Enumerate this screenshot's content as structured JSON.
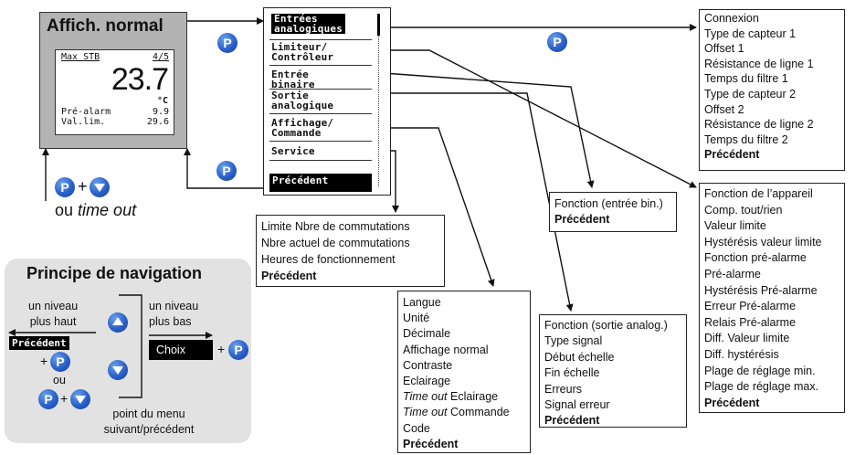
{
  "display": {
    "title": "Affich. normal",
    "row1_left": "Max STB",
    "row1_right": "4/5",
    "value": "23.7",
    "unit": "°C",
    "row3_left": "Pré-alarm",
    "row3_right": "9.9",
    "row4_left": "Val.lim.",
    "row4_right": "29.6"
  },
  "return_hint": {
    "plus": "+",
    "or_text": "ou",
    "time_out": "time out"
  },
  "menu": {
    "items": [
      "Entrées analogiques",
      "Limiteur/ Contrôleur",
      "Entrée binaire",
      "Sortie analogique",
      "Affichage/ Commande",
      "Service",
      "Précédent"
    ],
    "lines": [
      [
        "Entrées",
        "analogiques"
      ],
      [
        "Limiteur/",
        "Contrôleur"
      ],
      [
        "Entrée",
        "binaire"
      ],
      [
        "Sortie",
        "analogique"
      ],
      [
        "Affichage/",
        "Commande"
      ],
      [
        "Service"
      ],
      [
        "Précédent"
      ]
    ]
  },
  "button_label": "P",
  "boxes": {
    "inputs": [
      "Connexion",
      "Type de capteur 1",
      "Offset 1",
      "Résistance de ligne 1",
      "Temps du filtre 1",
      "Type de capteur 2",
      "Offset 2",
      "Résistance de ligne 2",
      "Temps du filtre 2",
      "Précédent"
    ],
    "binary": [
      "Fonction (entrée bin.)",
      "Précédent"
    ],
    "limiter": [
      "Fonction de l’appareil",
      "Comp. tout/rien",
      "Valeur limite",
      "Hystérésis valeur limite",
      "Fonction pré-alarme",
      "Pré-alarme",
      "Hystérésis Pré-alarme",
      "Erreur Pré-alarme",
      "Relais Pré-alarme",
      "Diff. Valeur limite",
      "Diff. hystérésis",
      "Plage de réglage min.",
      "Plage de réglage max.",
      "Précédent"
    ],
    "service": [
      "Limite Nbre de commutations",
      "Nbre actuel de commutations",
      "Heures de fonctionnement",
      "Précédent"
    ],
    "display_settings": [
      "Langue",
      "Unité",
      "Décimale",
      "Affichage normal",
      "Contraste",
      "Eclairage",
      "Time out Eclairage",
      "Time out Commande",
      "Code",
      "Précédent"
    ],
    "analog_output": [
      "Fonction (sortie analog.)",
      "Type signal",
      "Début échelle",
      "Fin échelle",
      "Erreurs",
      "Signal erreur",
      "Précédent"
    ]
  },
  "navigation": {
    "title": "Principe de navigation",
    "level_up": "un niveau plus haut",
    "level_up_lines": [
      "un niveau",
      "plus haut"
    ],
    "level_down": "un niveau plus bas",
    "level_down_lines": [
      "un niveau",
      "plus bas"
    ],
    "back_label": "Précédent",
    "plus": "+",
    "or_text": "ou",
    "choice_label": "Choix",
    "next_prev": "point du menu suivant/précédent",
    "next_prev_lines": [
      "point du menu",
      "suivant/précédent"
    ]
  },
  "colors": {
    "button_blue": "#2a60c8",
    "panel_gray": "#b3b3b3",
    "nav_bg": "#e2e2e2"
  }
}
